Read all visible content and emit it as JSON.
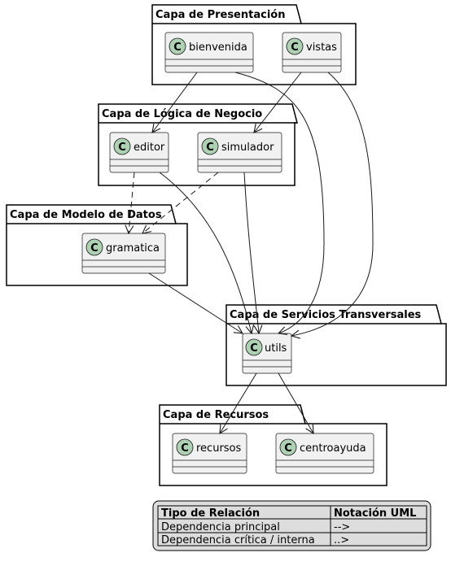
{
  "packages": {
    "presentacion": "Capa de Presentación",
    "logica": "Capa de Lógica de Negocio",
    "modelo": "Capa de Modelo de Datos",
    "servicios": "Capa de Servicios Transversales",
    "recursos": "Capa de Recursos"
  },
  "classes": {
    "bienvenida": "bienvenida",
    "vistas": "vistas",
    "editor": "editor",
    "simulador": "simulador",
    "gramatica": "gramatica",
    "utils": "utils",
    "recursos": "recursos",
    "centroayuda": "centroayuda"
  },
  "class_badge_letter": "C",
  "colors": {
    "class_fill": "#f1f1f1",
    "badge_fill": "#add1b2",
    "legend_fill": "#dddddd",
    "line": "#181818"
  },
  "relations": [
    {
      "from": "bienvenida",
      "to": "editor",
      "type": "solid"
    },
    {
      "from": "bienvenida",
      "to": "utils",
      "type": "solid"
    },
    {
      "from": "vistas",
      "to": "simulador",
      "type": "solid"
    },
    {
      "from": "vistas",
      "to": "utils",
      "type": "solid"
    },
    {
      "from": "editor",
      "to": "gramatica",
      "type": "dashed"
    },
    {
      "from": "editor",
      "to": "utils",
      "type": "solid"
    },
    {
      "from": "simulador",
      "to": "gramatica",
      "type": "dashed"
    },
    {
      "from": "simulador",
      "to": "utils",
      "type": "solid"
    },
    {
      "from": "gramatica",
      "to": "utils",
      "type": "solid"
    },
    {
      "from": "utils",
      "to": "recursos",
      "type": "solid"
    },
    {
      "from": "utils",
      "to": "centroayuda",
      "type": "solid"
    }
  ],
  "legend": {
    "header": [
      "Tipo de Relación",
      "Notación UML"
    ],
    "rows": [
      [
        "Dependencia principal",
        "-->"
      ],
      [
        "Dependencia crítica / interna",
        "..>"
      ]
    ]
  }
}
